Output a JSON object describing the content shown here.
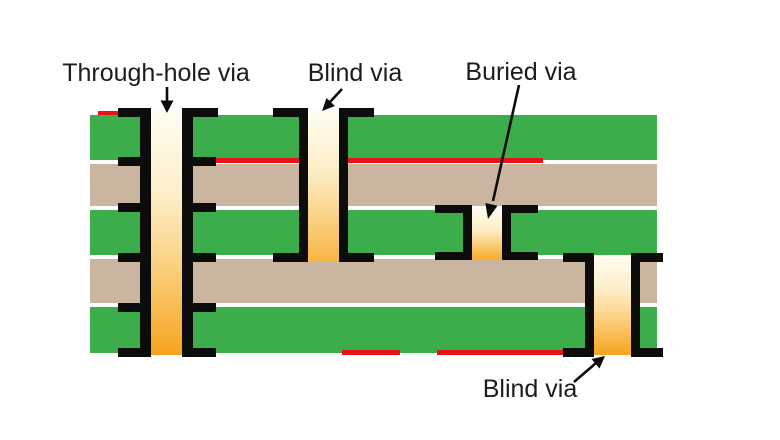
{
  "labels": {
    "through_hole_via": "Through-hole via",
    "blind_via_top": "Blind via",
    "buried_via": "Buried via",
    "blind_via_bottom": "Blind via"
  },
  "colors": {
    "background": "#ffffff",
    "substrate-green": "#3bad4a",
    "prepreg-tan": "#c9b5a0",
    "copper-black": "#0c0c0c",
    "trace-red": "#e8121a",
    "via-cream": "#fffdf2",
    "via-orange": "#f6a41d",
    "text": "#1c1c1c"
  }
}
